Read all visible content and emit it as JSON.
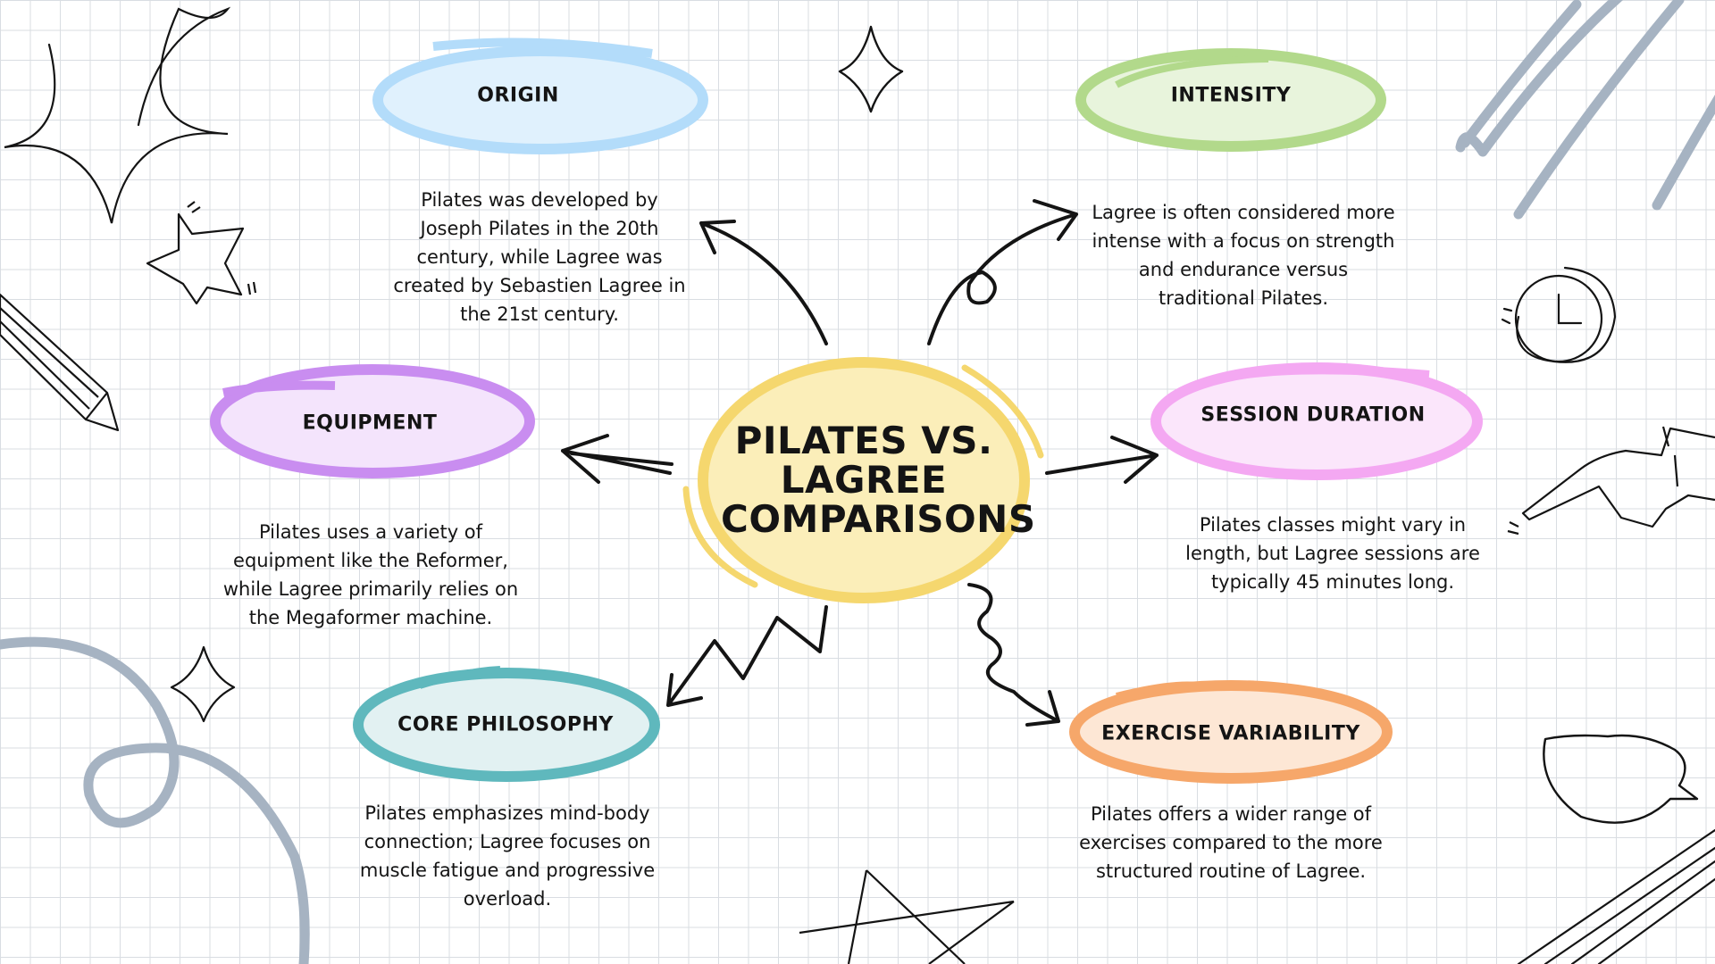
{
  "center": {
    "title": "Pilates vs. Lagree Comparisons"
  },
  "nodes": [
    {
      "id": "origin",
      "title": "Origin",
      "color": "#b3dcfa",
      "description": "Pilates was developed by Joseph Pilates in the 20th century, while Lagree was created by Sebastien Lagree in the 21st century."
    },
    {
      "id": "intensity",
      "title": "Intensity",
      "color": "#b2d98b",
      "description": "Lagree is often considered more intense with a focus on strength and endurance versus traditional Pilates."
    },
    {
      "id": "equipment",
      "title": "Equipment",
      "color": "#c98df0",
      "description": "Pilates uses a variety of equipment like the Reformer, while Lagree primarily relies on the Megaformer machine."
    },
    {
      "id": "session-duration",
      "title": "Session Duration",
      "color": "#f4a8f2",
      "description": "Pilates classes might vary in length, but Lagree sessions are typically 45 minutes long."
    },
    {
      "id": "core-philosophy",
      "title": "Core Philosophy",
      "color": "#5fb8bd",
      "description": "Pilates emphasizes mind-body connection; Lagree focuses on muscle fatigue and progressive overload."
    },
    {
      "id": "exercise-variability",
      "title": "Exercise Variability",
      "color": "#f6a76a",
      "description": "Pilates offers a wider range of exercises compared to the more structured routine of Lagree."
    }
  ],
  "colors": {
    "center_fill": "#fbeeb9",
    "center_stroke": "#f5d76e",
    "ink": "#141414",
    "doodle_gray": "#a6b3c2"
  },
  "icons": [
    "sparkle-icon",
    "star-icon",
    "pencil-icon",
    "clock-icon",
    "pointing-hand-icon",
    "speech-bubble-icon",
    "swirl-doodle"
  ]
}
